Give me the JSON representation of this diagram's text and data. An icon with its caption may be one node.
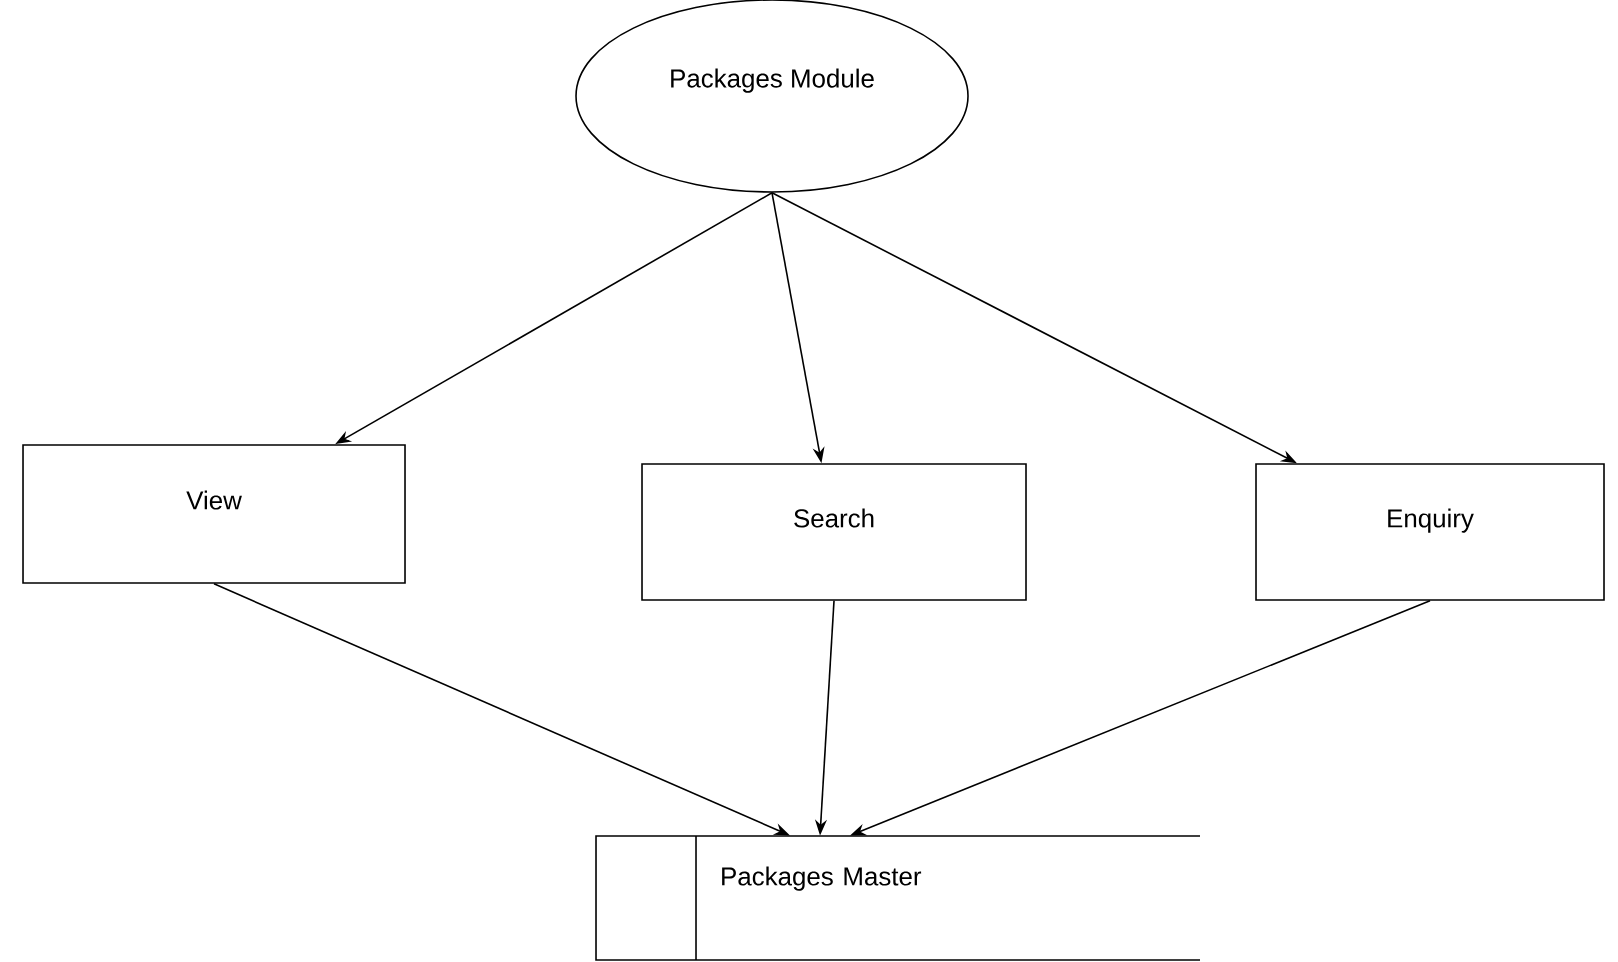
{
  "diagram": {
    "nodes": [
      {
        "text": [
          "Packages Module"
        ]
      },
      {
        "text": [
          "View"
        ]
      },
      {
        "text": [
          "Search"
        ]
      },
      {
        "text": [
          "Enquiry"
        ]
      },
      {
        "text": [
          "Packages Master"
        ]
      }
    ],
    "edges": [
      {
        "from": 0,
        "to": 1,
        "arrow": "to"
      },
      {
        "from": 0,
        "to": 2,
        "arrow": "to"
      },
      {
        "from": 0,
        "to": 3,
        "arrow": "to"
      },
      {
        "from": 1,
        "to": 4,
        "arrow": "to"
      },
      {
        "from": 2,
        "to": 4,
        "arrow": "to"
      },
      {
        "from": 3,
        "to": 4,
        "arrow": "to"
      }
    ]
  }
}
